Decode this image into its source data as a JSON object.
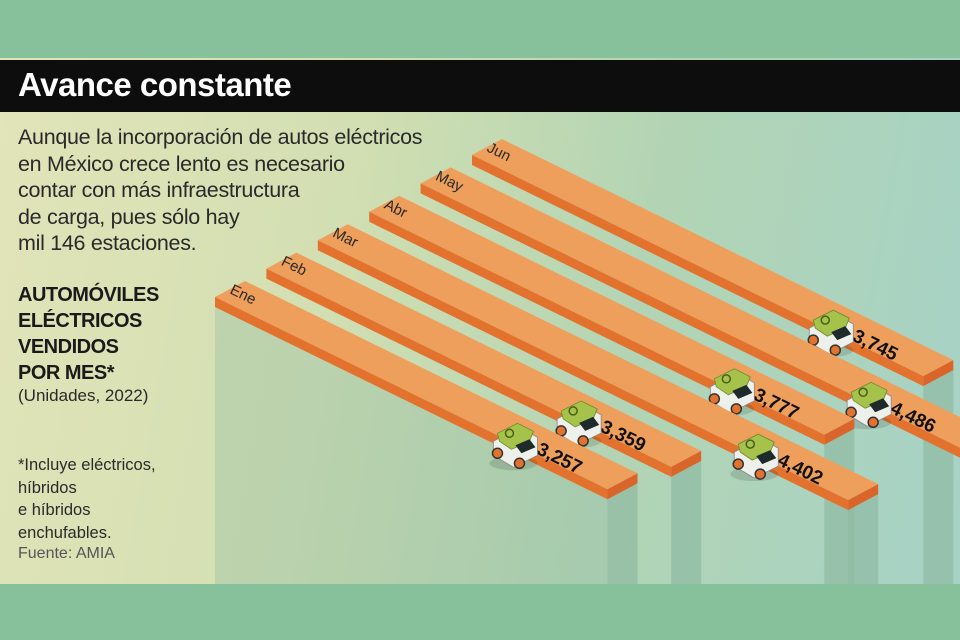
{
  "header": {
    "title": "Avance constante"
  },
  "intro": [
    "Aunque la incorporación de autos eléctricos",
    "en México crece lento es necesario",
    "contar con más infraestructura",
    "de carga, pues sólo hay",
    "mil 146 estaciones."
  ],
  "subtitle": [
    "AUTOMÓVILES",
    "ELÉCTRICOS",
    "VENDIDOS",
    "POR MES*"
  ],
  "units": "(Unidades, 2022)",
  "note": [
    "*Incluye eléctricos,",
    "híbridos",
    "e híbridos",
    "enchufables."
  ],
  "source": "Fuente: AMIA",
  "colors": {
    "bar_top": "#ee9f5c",
    "bar_side": "#e2722d",
    "shadow": "#8fb9a2",
    "car_body": "#eef0ec",
    "car_roof": "#a5c24a",
    "title_bg": "#0d0d0d"
  },
  "chart_data": {
    "type": "bar",
    "title": "AUTOMÓVILES ELÉCTRICOS VENDIDOS POR MES*",
    "ylabel": "Unidades, 2022",
    "categories": [
      "Ene",
      "Feb",
      "Mar",
      "Abr",
      "May",
      "Jun"
    ],
    "values": [
      3257,
      3359,
      4402,
      3777,
      4486,
      3745
    ],
    "value_labels": [
      "3,257",
      "3,359",
      "4,402",
      "3,777",
      "4,486",
      "3,745"
    ]
  }
}
